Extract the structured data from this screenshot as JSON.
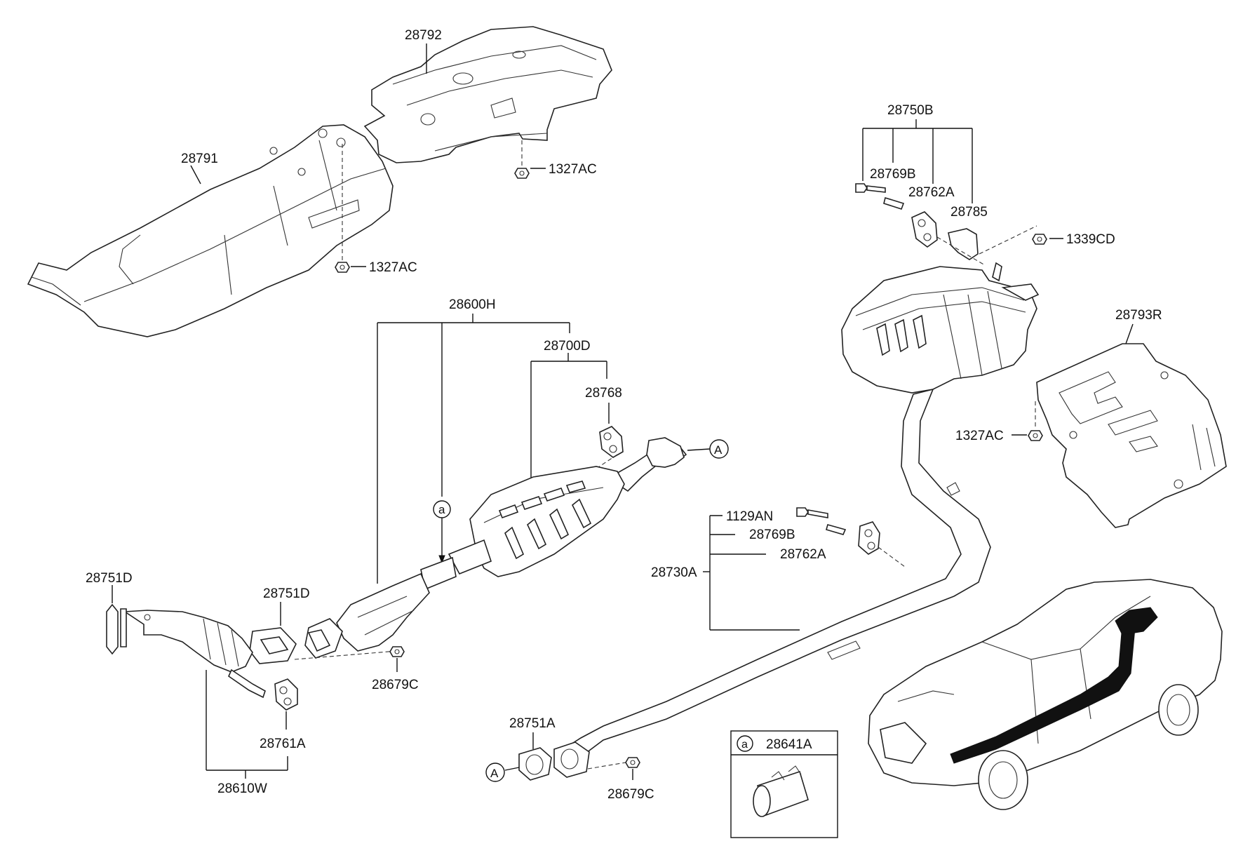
{
  "labels": {
    "l28792": "28792",
    "l28791": "28791",
    "l1327ac_top": "1327AC",
    "l1327ac_mid": "1327AC",
    "l1327ac_right": "1327AC",
    "l28750b": "28750B",
    "l28769b_top": "28769B",
    "l28762a_top": "28762A",
    "l28785": "28785",
    "l1339cd": "1339CD",
    "l28793r": "28793R",
    "l28600h": "28600H",
    "l28700d": "28700D",
    "l28768": "28768",
    "l28751d_left": "28751D",
    "l28751d_mid": "28751D",
    "l28679c_mid": "28679C",
    "l28761a": "28761A",
    "l28610w": "28610W",
    "l1129an": "1129AN",
    "l28769b_mid": "28769B",
    "l28762a_mid": "28762A",
    "l28730a": "28730A",
    "l28751a": "28751A",
    "l28679c_bot": "28679C",
    "l28641a": "28641A"
  },
  "callouts": {
    "a_circle": "a",
    "A_circle_top": "A",
    "A_circle_bot": "A",
    "legend_a": "a"
  }
}
